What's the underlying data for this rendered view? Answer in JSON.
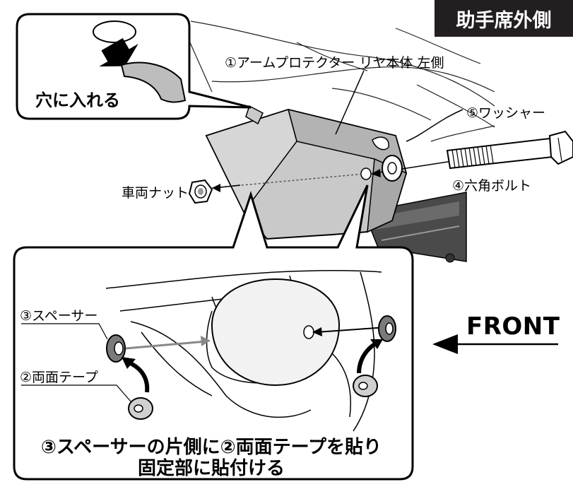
{
  "header": {
    "position_badge": "助手席外側"
  },
  "inset_top": {
    "caption": "穴に入れる"
  },
  "callouts": {
    "arm_protector": "①アームプロテクター リヤ本体 左側",
    "washer": "⑤ワッシャー",
    "vehicle_nut": "車両ナット",
    "hex_bolt": "④六角ボルト",
    "spacer": "③スペーサー",
    "double_sided_tape": "②両面テープ"
  },
  "front_indicator": {
    "label": "FRONT"
  },
  "instruction": {
    "line1": "③スペーサーの片側に②両面テープを貼り",
    "line2": "固定部に貼付ける"
  },
  "colors": {
    "badge_background": "#231f20",
    "protector_fill": "#c9c9c9",
    "protector_dark": "#a8a8a8",
    "spacer_fill": "#7a7a7a",
    "outline": "#000000"
  }
}
